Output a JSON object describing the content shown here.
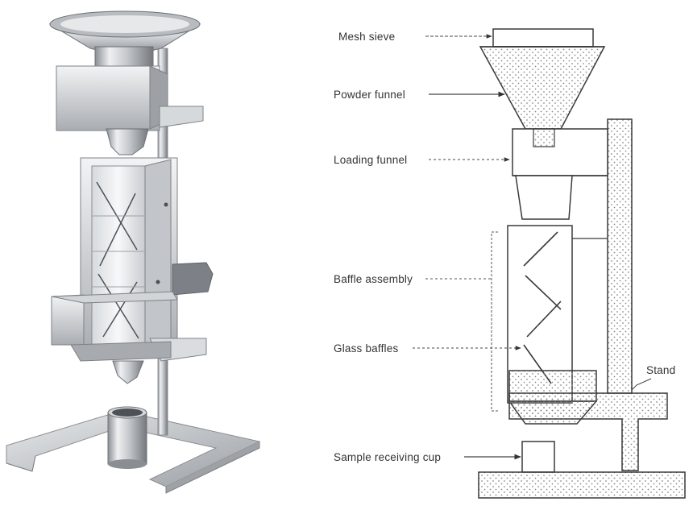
{
  "labels": {
    "mesh_sieve": "Mesh sieve",
    "powder_funnel": "Powder funnel",
    "loading_funnel": "Loading funnel",
    "baffle_assembly": "Baffle assembly",
    "glass_baffles": "Glass baffles",
    "stand": "Stand",
    "sample_receiving_cup": "Sample receiving cup"
  },
  "colors": {
    "metal_light": "#e6e8ea",
    "metal_mid": "#b9bcc0",
    "metal_dark": "#7d8187",
    "line": "#3a3a3a",
    "leader": "#555555"
  }
}
